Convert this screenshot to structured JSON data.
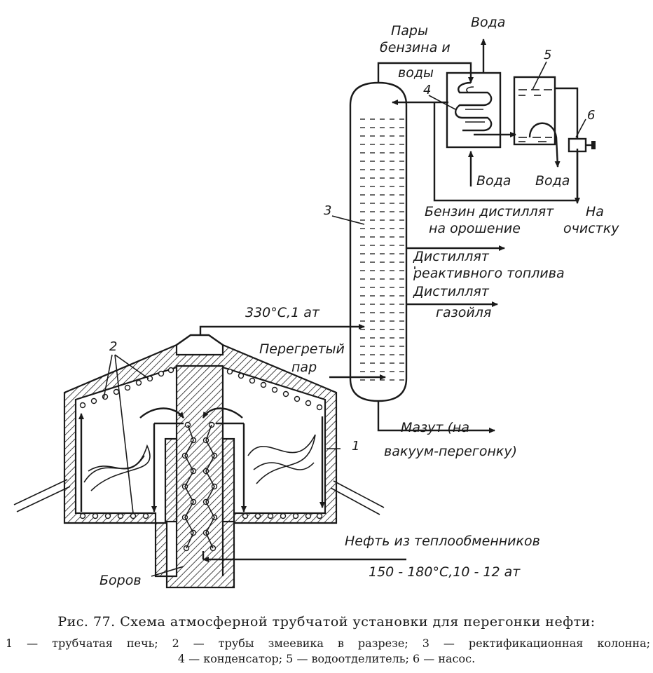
{
  "labels": {
    "vapors": [
      "Пары",
      "бензина и",
      "воды"
    ],
    "water_top": "Вода",
    "water_in": "Вода",
    "water_out": "Вода",
    "gasoline": [
      "Бензин дистиллят",
      "на орошение"
    ],
    "to_cleaning": [
      "На",
      "очистку"
    ],
    "jet_fuel": [
      "Дистиллят",
      "реактивного топлива"
    ],
    "gasoil": [
      "Дистиллят",
      "газойля"
    ],
    "temp_top": "330°С,1 ат",
    "steam": [
      "Перегретый",
      "пар"
    ],
    "mazut": [
      "Мазут (на",
      "вакуум-перегонку)"
    ],
    "oil_in": "Нефть из теплообменников",
    "oil_params": "150 - 180°С,10 - 12 ат",
    "flue": "Боров"
  },
  "numbers": {
    "n1": "1",
    "n2": "2",
    "n3": "3",
    "n4": "4",
    "n5": "5",
    "n6": "6"
  },
  "caption": {
    "line1": "Рис. 77. Схема атмосферной трубчатой установки для перегонки нефти:",
    "line2": "1 — трубчатая печь; 2 — трубы змеевика в разрезе; 3 — ректификационная колонна;",
    "line3": "4 — конденсатор; 5 — водоотделитель; 6 — насос."
  }
}
